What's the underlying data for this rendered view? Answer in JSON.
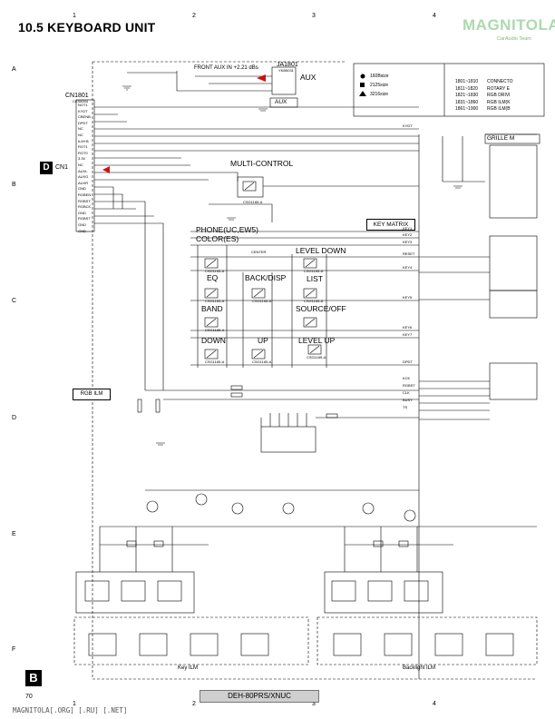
{
  "title": "10.5  KEYBOARD UNIT",
  "watermark": {
    "main": "MAGNITOLA",
    "sub": "CarAudio Team"
  },
  "columns": {
    "top": [
      "1",
      "2",
      "3",
      "4"
    ],
    "bottom": [
      "1",
      "2",
      "3",
      "4"
    ]
  },
  "rows": [
    "A",
    "B",
    "C",
    "D",
    "E",
    "F"
  ],
  "badges": {
    "d": "D",
    "b": "B"
  },
  "page_number": "70",
  "model": "DEH-80PRS/XNUC",
  "footer": "MAGNITOLA[.ORG] [.RU] [.NET]",
  "connector": {
    "name": "CN1801",
    "part": "CKS8004",
    "cn1_label": "CN1",
    "pins": [
      "NOT1",
      "KYDT",
      "CBENB",
      "DPDT",
      "NC",
      "NC",
      "ILM+B",
      "ROT1",
      "ROT0",
      "3.3V",
      "NC",
      "AUXL",
      "AUXG",
      "AUXR",
      "GND",
      "RGBEN",
      "RGBST",
      "RGBCK",
      "GND",
      "RGBST",
      "GND",
      "GND"
    ]
  },
  "aux": {
    "jack": "JA1801",
    "jack_part": "YKB5031",
    "label": "AUX",
    "box_label": "AUX",
    "level": "FRONT AUX IN +2.21 dBs"
  },
  "legend": {
    "items": [
      "160Bsize",
      "2125size",
      "3216size"
    ],
    "refs": [
      "1801~1810",
      "1811~1820",
      "1821~1830",
      "1831~1860",
      "1861~1900"
    ],
    "descs": [
      "CONNECTO",
      "ROTARY E",
      "RGB DRIVI",
      "RGB ILM(K",
      "RGB ILM(B"
    ]
  },
  "grille": "GRILLE M",
  "multi_control": "MULTI-CONTROL",
  "key_matrix": "KEY MATRIX",
  "keys": {
    "phone": "PHONE(UC,EW5)",
    "color": "COLOR(ES)",
    "level_down": "LEVEL DOWN",
    "eq": "EQ",
    "back": "BACK/DISP",
    "list": "LIST",
    "band": "BAND",
    "source": "SOURCE/OFF",
    "down": "DOWN",
    "up": "UP",
    "level_up": "LEVEL UP",
    "center": "CENTER"
  },
  "rgb_ilm": "RGB ILM",
  "key_ilm": "Key ILM",
  "backlight_ilm": "Backlight ILM",
  "switch_part": "CSG1165-A",
  "sig": [
    "KYDT",
    "KEY1",
    "KEY2",
    "KEY3",
    "RESET",
    "KEY4",
    "KEY5",
    "KEY6",
    "KEY7",
    "DPDT",
    "KCK",
    "RGBST",
    "CLK",
    "BUSY",
    "TS"
  ]
}
